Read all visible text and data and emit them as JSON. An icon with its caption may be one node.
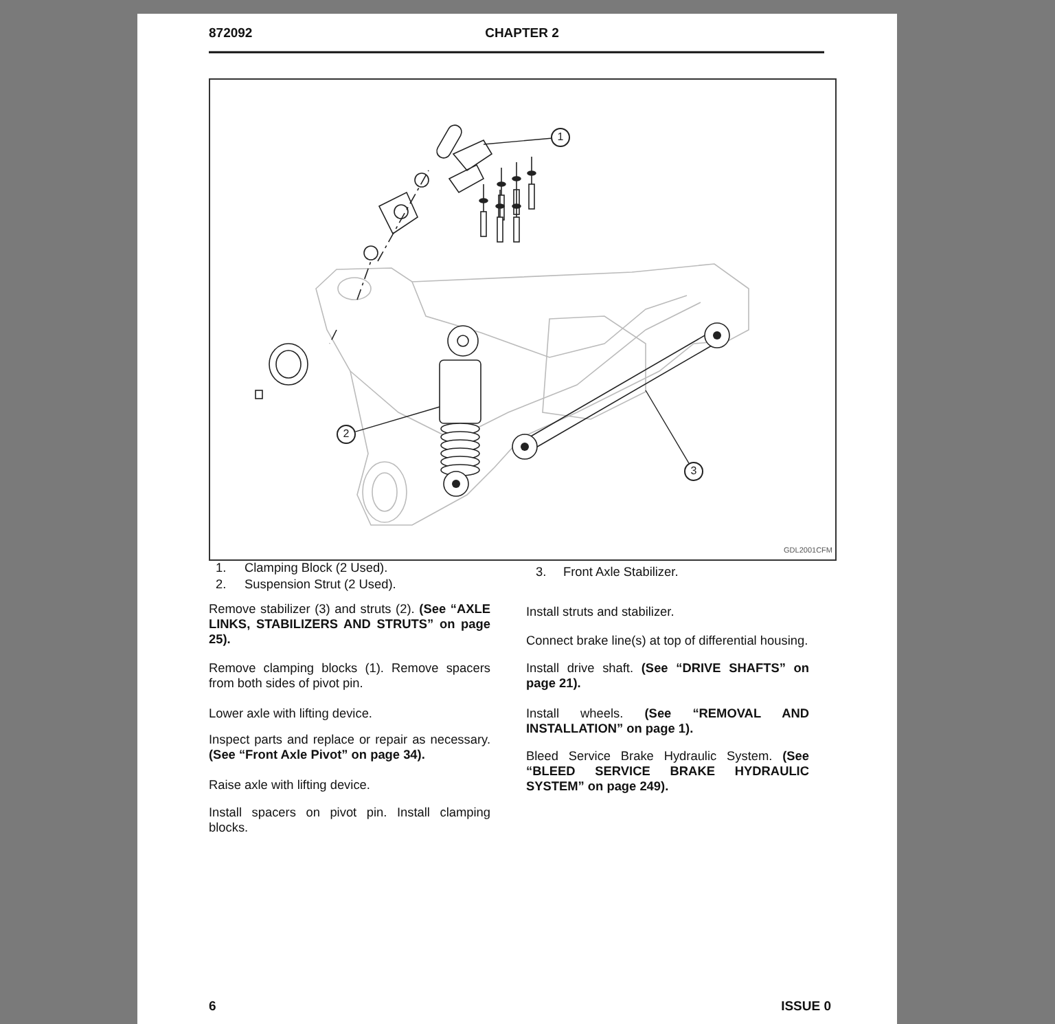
{
  "diagram": {
    "nodes": [
      {
        "text": [
          "1"
        ]
      },
      {
        "text": [
          "2"
        ]
      },
      {
        "text": [
          "3"
        ]
      },
      {
        "text": [],
        "shape": "picture"
      },
      {
        "text": [],
        "shape": "picture"
      },
      {
        "text": [],
        "shape": "picture"
      }
    ],
    "edges": [
      {
        "from": 0,
        "to": 3,
        "arrow": "none"
      },
      {
        "from": 1,
        "to": 4,
        "arrow": "none"
      },
      {
        "from": 2,
        "to": 5,
        "arrow": "none"
      }
    ],
    "labels": [
      "872092",
      "CHAPTER 2",
      "GDL2001CFM",
      "1.",
      "Clamping Block (2 Used).",
      "2.",
      "Suspension Strut (2 Used).",
      "3.",
      "Front Axle Stabilizer.",
      "Remove stabilizer (3) and struts (2). **(See “AXLE LINKS, STABILIZERS AND STRUTS” on page 25).**",
      "Remove clamping blocks (1). Remove spacers from both sides of pivot pin.",
      "Lower axle with lifting device.",
      "Inspect parts and replace or repair as necessary. **(See “Front Axle Pivot” on page 34).**",
      "Raise axle with lifting device.",
      "Install spacers on pivot pin. Install clamping blocks.",
      "Install struts and stabilizer.",
      "Connect brake line(s) at top of differential housing.",
      "Install drive shaft. **(See “DRIVE SHAFTS” on page 21).**",
      "Install wheels. **(See “REMOVAL AND INSTALLATION” on page 1).**",
      "Bleed Service Brake Hydraulic System. **(See “BLEED SERVICE BRAKE HYDRAULIC SYSTEM” on page 249).**",
      "6",
      "ISSUE 0"
    ]
  }
}
